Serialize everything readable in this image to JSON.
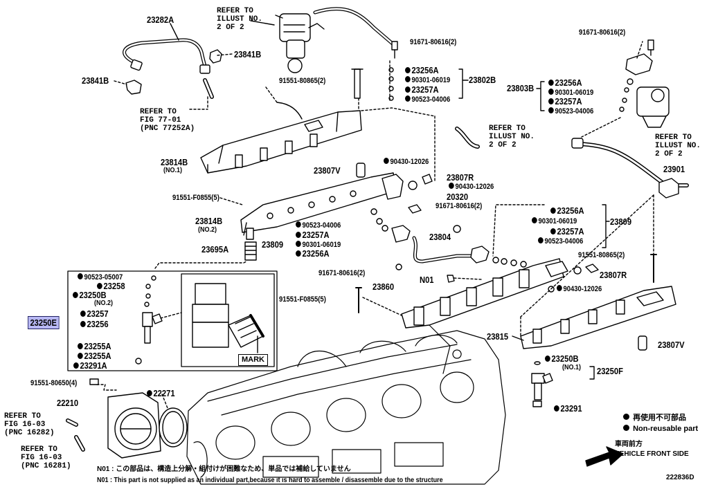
{
  "labels": {
    "p23282A": "23282A",
    "refer_top": "REFER TO\nILLUST NO.\n2 OF 2",
    "p91671_top": "91671-80616(2)",
    "p91671_right": "91671-80616(2)",
    "p23841B_r": "23841B",
    "p23841B_l": "23841B",
    "p91551_80865_a": "91551-80865(2)",
    "p23256A_a": "23256A",
    "p90301_a": "90301-06019",
    "p23257A_a": "23257A",
    "p90523_a": "90523-04006",
    "p23802B": "23802B",
    "p23803B": "23803B",
    "p23256A_b": "23256A",
    "p90301_b": "90301-06019",
    "p23257A_b": "23257A",
    "p90523_b": "90523-04006",
    "refer_fig77": "REFER TO\nFIG 77-01\n(PNC 77252A)",
    "refer_mid": "REFER TO\nILLUST NO.\n2 OF 2",
    "refer_right": "REFER TO\nILLUST NO.\n2 OF 2",
    "p23814B_1": "23814B",
    "p23814B_1_sub": "(NO.1)",
    "p23807V_a": "23807V",
    "p90430_a": "90430-12026",
    "p23807R_a": "23807R",
    "p90430_b": "90430-12026",
    "p20320": "20320",
    "p91671_mid": "91671-80616(2)",
    "p23901": "23901",
    "p91551_F0855_a": "91551-F0855(5)",
    "p23814B_2": "23814B",
    "p23814B_2_sub": "(NO.2)",
    "p90523_c": "90523-04006",
    "p23257A_c": "23257A",
    "p90301_c": "90301-06019",
    "p23256A_c": "23256A",
    "p23809_a": "23809",
    "p23695A": "23695A",
    "p23256A_d": "23256A",
    "p90301_d": "90301-06019",
    "p23257A_d": "23257A",
    "p90523_d": "90523-04006",
    "p23809_b": "23809",
    "p23804": "23804",
    "p91551_80865_b": "91551-80865(2)",
    "p23807R_b": "23807R",
    "p90430_c": "90430-12026",
    "p91671_low": "91671-80616(2)",
    "pN01": "N01",
    "p23860": "23860",
    "p91551_F0855_b": "91551-F0855(5)",
    "box_90523": "90523-05007",
    "box_23258": "23258",
    "box_23250B": "23250B",
    "box_23250B_sub": "(NO.2)",
    "box_23257": "23257",
    "box_23256": "23256",
    "box_23255A_1": "23255A",
    "box_23255A_2": "23255A",
    "box_23291A": "23291A",
    "p23250E": "23250E",
    "mark": "MARK",
    "p23815": "23815",
    "p23807V_b": "23807V",
    "p23250B_r": "23250B",
    "p23250B_r_sub": "(NO.1)",
    "p23250F": "23250F",
    "p23291": "23291",
    "p91551_80650": "91551-80650(4)",
    "p22271": "22271",
    "p22210": "22210",
    "refer_1603a": "REFER TO\nFIG 16-03\n(PNC 16282)",
    "refer_1603b": "REFER TO\nFIG 16-03\n(PNC 16281)",
    "legend_jp": "再使用不可部品",
    "legend_en": "Non-reusable part",
    "front_jp": "車両前方",
    "front_en": "VEHICLE FRONT SIDE",
    "note_jp": "N01 : この部品は、構造上分解・組付けが困難なため、単品では補給していません",
    "note_en": "N01 : This part is not supplied as an individual part,because it is hard to assemble / disassemble due to the structure",
    "diagram_id": "222836D"
  },
  "colors": {
    "highlight_bg": "#b8b8f4",
    "ink": "#000000"
  }
}
